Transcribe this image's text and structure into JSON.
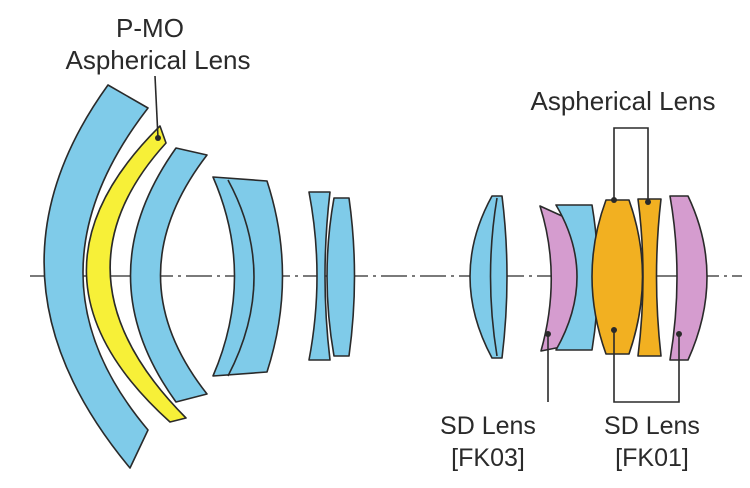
{
  "labels": {
    "pmo_line1": "P-MO",
    "pmo_line2": "Aspherical Lens",
    "aspherical": "Aspherical Lens",
    "sd_fk03_line1": "SD Lens",
    "sd_fk03_line2": "[FK03]",
    "sd_fk01_line1": "SD Lens",
    "sd_fk01_line2": "[FK01]"
  },
  "colors": {
    "standard_lens": "#7fcbe9",
    "p_mo_aspherical": "#f7f038",
    "aspherical": "#f2b021",
    "sd_lens": "#d59ccf",
    "outline": "#2a2a2a",
    "background": "#ffffff"
  }
}
